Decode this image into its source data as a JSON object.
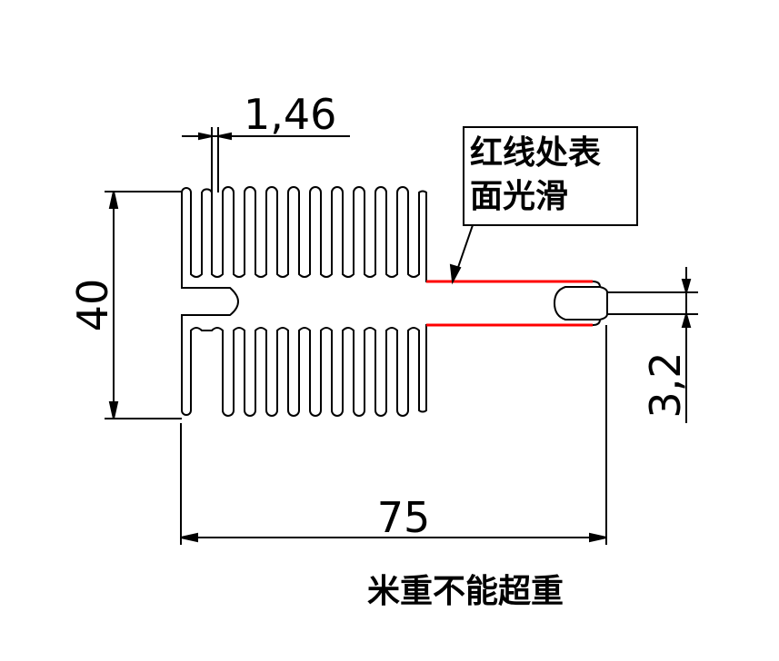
{
  "dimensions": {
    "fin_thickness": "1,46",
    "height": "40",
    "slot_width": "3,2",
    "width": "75"
  },
  "note": {
    "line1": "红线处表",
    "line2": "面光滑"
  },
  "footer_text": "米重不能超重",
  "colors": {
    "outline": "#000000",
    "smooth_surface": "#ff0000"
  }
}
